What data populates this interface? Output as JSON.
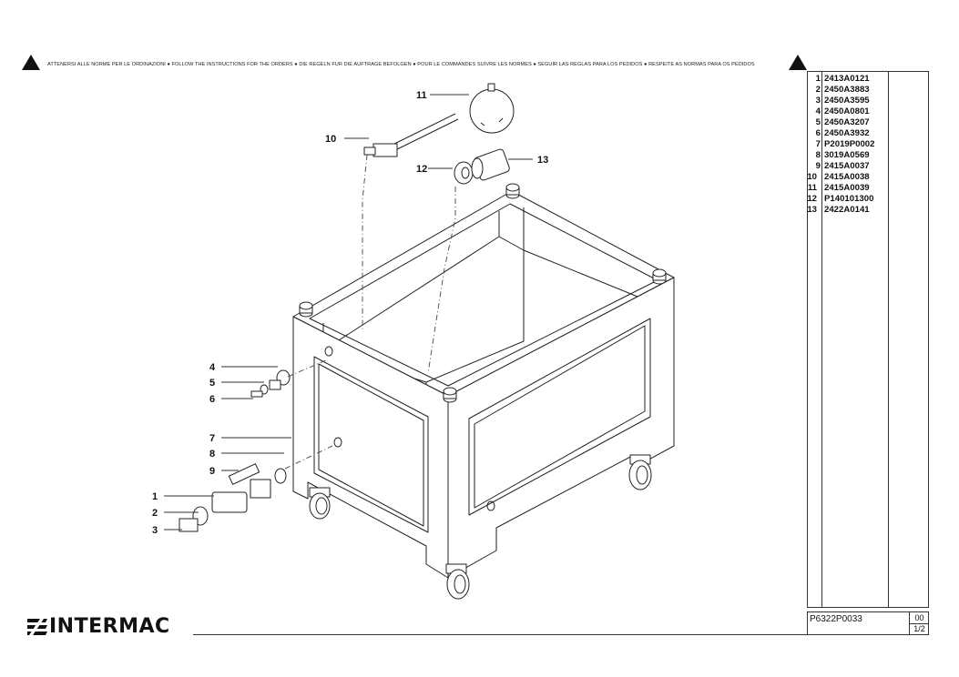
{
  "header": {
    "notice": "ATTENERSI ALLE NORME PER LE ORDINAZIONI ● FOLLOW THE INSTRUCTIONS FOR THE ORDERS ● DIE REGELN FUR DIE AUFTRAGE BEFOLGEN ● POUR LE COMMANDES SUIVRE LES NORMES ● SEGUIR LAS REGLAS PARA LOS PEDIDOS ● RESPEITE AS NORMAS PARA OS PEDIDOS"
  },
  "parts": [
    {
      "num": "1",
      "code": "2413A0121"
    },
    {
      "num": "2",
      "code": "2450A3883"
    },
    {
      "num": "3",
      "code": "2450A3595"
    },
    {
      "num": "4",
      "code": "2450A0801"
    },
    {
      "num": "5",
      "code": "2450A3207"
    },
    {
      "num": "6",
      "code": "2450A3932"
    },
    {
      "num": "7",
      "code": "P2019P0002"
    },
    {
      "num": "8",
      "code": "3019A0569"
    },
    {
      "num": "9",
      "code": "2415A0037"
    },
    {
      "num": "10",
      "code": "2415A0038"
    },
    {
      "num": "11",
      "code": "2415A0039"
    },
    {
      "num": "12",
      "code": "P140101300"
    },
    {
      "num": "13",
      "code": "2422A0141"
    }
  ],
  "callouts": [
    "1",
    "2",
    "3",
    "4",
    "5",
    "6",
    "7",
    "8",
    "9",
    "10",
    "11",
    "12",
    "13"
  ],
  "title_block": {
    "drawing_number": "P6322P0033",
    "revision": "00",
    "sheet": "1/2"
  },
  "brand": {
    "name": "INTERMAC"
  },
  "icons": {
    "warning": "warning-triangle-icon",
    "logo": "intermac-logo-mark-icon"
  }
}
